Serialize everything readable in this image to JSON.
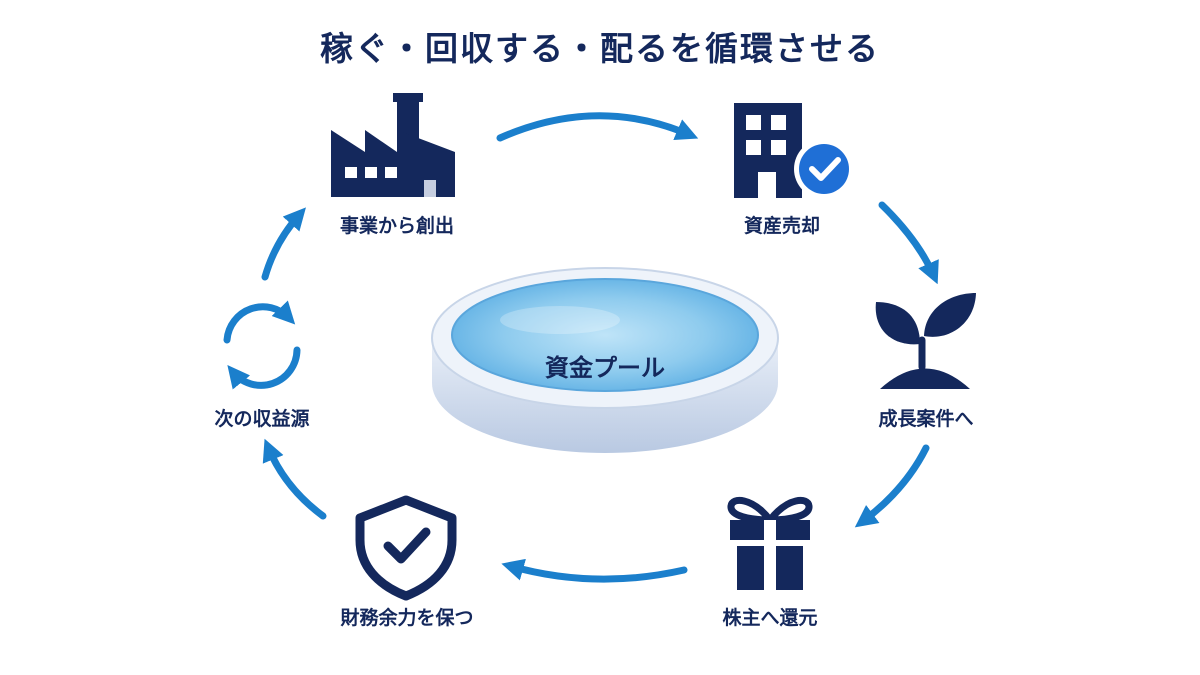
{
  "title": "稼ぐ・回収する・配るを循環させる",
  "center": {
    "label": "資金プール"
  },
  "nodes": [
    {
      "label": "事業から創出",
      "icon": "factory-icon"
    },
    {
      "label": "資産売却",
      "icon": "office-building-check-icon"
    },
    {
      "label": "成長案件へ",
      "icon": "sprout-icon"
    },
    {
      "label": "株主へ還元",
      "icon": "gift-icon"
    },
    {
      "label": "財務余力を保つ",
      "icon": "shield-check-icon"
    },
    {
      "label": "次の収益源",
      "icon": "cycle-arrows-icon"
    }
  ],
  "colors": {
    "navy": "#14285c",
    "arrow_blue": "#1b7fcc",
    "badge_blue": "#1f6fd6",
    "water": "#8ecbee"
  }
}
